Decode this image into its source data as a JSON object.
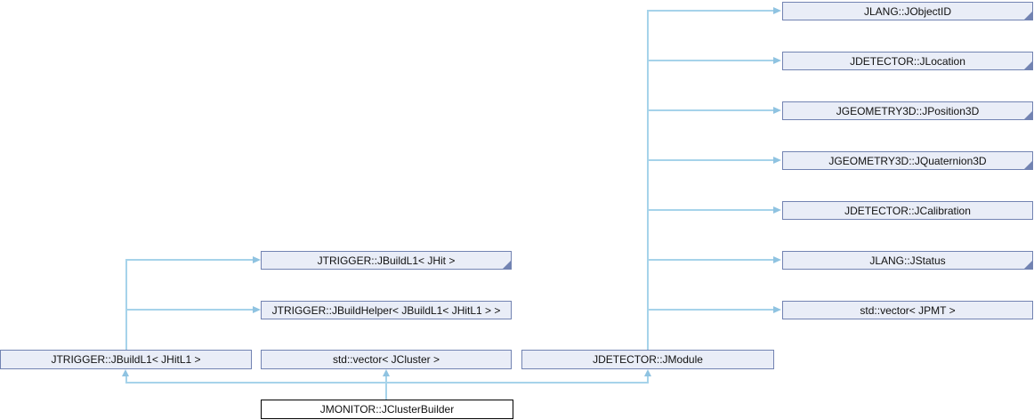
{
  "diagram": {
    "kind": "class-collaboration-graph",
    "main_class": "JMONITOR::JClusterBuilder"
  },
  "colors": {
    "node_fill": "#e9edf7",
    "node_border": "#7283b2",
    "edge_line": "#a6d3ea",
    "arrowhead": "#8fc3e1",
    "main_node_fill": "#ffffff",
    "main_node_border": "#000000",
    "text": "#111111",
    "background": "#ffffff"
  },
  "nodes": [
    {
      "label": "JLANG::JObjectID",
      "truncated": true
    },
    {
      "label": "JDETECTOR::JLocation",
      "truncated": true
    },
    {
      "label": "JGEOMETRY3D::JPosition3D",
      "truncated": true
    },
    {
      "label": "JGEOMETRY3D::JQuaternion3D",
      "truncated": true
    },
    {
      "label": "JDETECTOR::JCalibration",
      "truncated": false
    },
    {
      "label": "JLANG::JStatus",
      "truncated": true
    },
    {
      "label": "std::vector< JPMT >",
      "truncated": false
    },
    {
      "label": "JTRIGGER::JBuildL1< JHit >",
      "truncated": true
    },
    {
      "label": "JTRIGGER::JBuildHelper< JBuildL1< JHitL1 > >",
      "truncated": false
    },
    {
      "label": "JTRIGGER::JBuildL1< JHitL1 >",
      "truncated": false
    },
    {
      "label": "std::vector< JCluster >",
      "truncated": false
    },
    {
      "label": "JDETECTOR::JModule",
      "truncated": false
    },
    {
      "label": "JMONITOR::JClusterBuilder",
      "truncated": false,
      "main": true
    }
  ]
}
